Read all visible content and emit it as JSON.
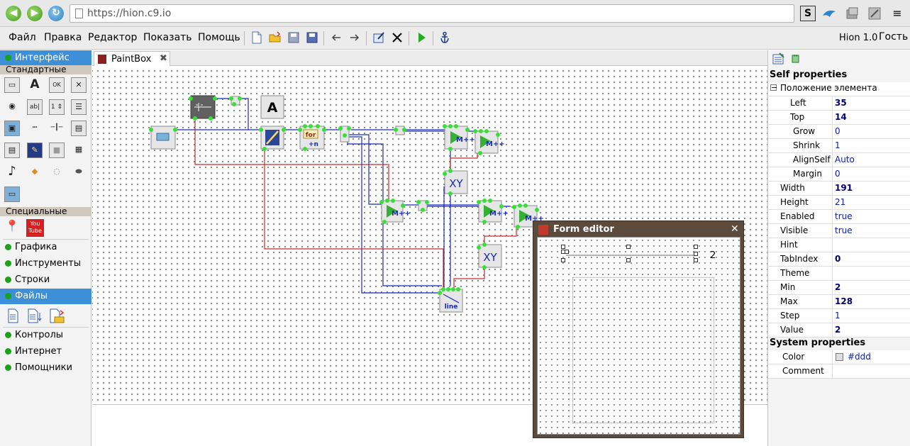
{
  "browser": {
    "url": "https://hion.c9.io",
    "back_glyph": "◀",
    "forward_glyph": "▶",
    "reload_glyph": "↻",
    "ext_s": "S",
    "ext_menu_glyph": "≡"
  },
  "menubar": {
    "items": [
      "Файл",
      "Правка",
      "Редактор",
      "Показать",
      "Помощь"
    ],
    "app_version": "Hion 1.0",
    "user": "Гость",
    "toolbar_icons": [
      "new-file-icon",
      "open-folder-icon",
      "save-icon",
      "save-all-icon",
      "undo-arrow-icon",
      "redo-arrow-icon",
      "edit-icon",
      "delete-icon",
      "run-icon",
      "anchor-icon"
    ]
  },
  "left": {
    "categories": [
      {
        "label": "Интерфейс",
        "active": true
      },
      {
        "label": "Графика",
        "active": false
      },
      {
        "label": "Инструменты",
        "active": false
      },
      {
        "label": "Строки",
        "active": false
      },
      {
        "label": "Файлы",
        "active": true
      },
      {
        "label": "Контролы",
        "active": false
      },
      {
        "label": "Интернет",
        "active": false
      },
      {
        "label": "Помощники",
        "active": false
      }
    ],
    "subheads": {
      "standard": "Стандартные",
      "special": "Специальные"
    },
    "component_glyphs": [
      "▭",
      "A",
      "OK",
      "✕",
      "◉",
      "ab|",
      "1 ⇕",
      "☰",
      "▣",
      "┉",
      "─┃─",
      "▤",
      "▤",
      "✎",
      "■",
      "▦",
      "♪",
      "◆",
      "◌",
      "⬬",
      "▭",
      "📍",
      "You Tube"
    ]
  },
  "tab": {
    "label": "PaintBox",
    "close_glyph": "✖"
  },
  "canvas": {
    "blocks": [
      {
        "id": "form",
        "glyph": "▭"
      },
      {
        "id": "trackbar",
        "glyph": "─┃─"
      },
      {
        "id": "label",
        "glyph": "A"
      },
      {
        "id": "paint",
        "glyph": "✎"
      },
      {
        "id": "for",
        "glyph": "for"
      },
      {
        "id": "xy1",
        "glyph": "XY"
      },
      {
        "id": "xy2",
        "glyph": "XY"
      },
      {
        "id": "line",
        "glyph": "line"
      }
    ]
  },
  "form_editor": {
    "title": "Form editor",
    "close_glyph": "✕",
    "value_display": "2"
  },
  "props": {
    "self_title": "Self properties",
    "group_position": "Положение элемента",
    "rows": [
      {
        "name": "Left",
        "value": "35",
        "bold": true,
        "checkbox": true,
        "indent": 1
      },
      {
        "name": "Top",
        "value": "14",
        "bold": true,
        "checkbox": true,
        "indent": 1
      },
      {
        "name": "Grow",
        "value": "0",
        "bold": false,
        "checkbox": false,
        "indent": 2
      },
      {
        "name": "Shrink",
        "value": "1",
        "bold": false,
        "checkbox": false,
        "indent": 2
      },
      {
        "name": "AlignSelf",
        "value": "Auto",
        "bold": false,
        "checkbox": false,
        "indent": 2
      },
      {
        "name": "Margin",
        "value": "0",
        "bold": false,
        "checkbox": false,
        "indent": 2
      },
      {
        "name": "Width",
        "value": "191",
        "bold": true,
        "checkbox": true,
        "indent": 0
      },
      {
        "name": "Height",
        "value": "21",
        "bold": false,
        "checkbox": true,
        "indent": 0
      },
      {
        "name": "Enabled",
        "value": "true",
        "bold": false,
        "checkbox": false,
        "indent": 0
      },
      {
        "name": "Visible",
        "value": "true",
        "bold": false,
        "checkbox": false,
        "indent": 0
      },
      {
        "name": "Hint",
        "value": "",
        "bold": false,
        "checkbox": false,
        "indent": 0
      },
      {
        "name": "TabIndex",
        "value": "0",
        "bold": true,
        "checkbox": false,
        "indent": 0
      },
      {
        "name": "Theme",
        "value": "",
        "bold": false,
        "checkbox": false,
        "indent": 0
      },
      {
        "name": "Min",
        "value": "2",
        "bold": true,
        "checkbox": false,
        "indent": 0
      },
      {
        "name": "Max",
        "value": "128",
        "bold": true,
        "checkbox": false,
        "indent": 0
      },
      {
        "name": "Step",
        "value": "1",
        "bold": false,
        "checkbox": false,
        "indent": 0
      },
      {
        "name": "Value",
        "value": "2",
        "bold": true,
        "checkbox": false,
        "indent": 0
      }
    ],
    "system_title": "System properties",
    "system_rows": [
      {
        "name": "Color",
        "value": "#ddd",
        "swatch": true
      },
      {
        "name": "Comment",
        "value": "",
        "swatch": false
      }
    ]
  },
  "colors": {
    "accent": "#3d8fd8",
    "wire_blue": "#1a2bb8",
    "wire_red": "#c62c2c",
    "pin_green": "#36e036",
    "window_brown": "#5c4b3c"
  }
}
